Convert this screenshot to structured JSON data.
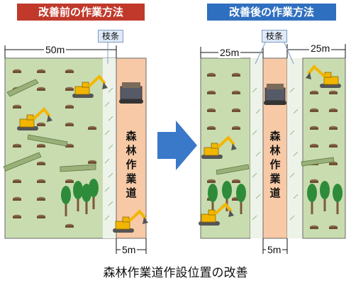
{
  "headers": {
    "before": "改善前の作業方法",
    "after": "改善後の作業方法"
  },
  "callouts": {
    "branches_left": "枝条",
    "branches_right": "枝条"
  },
  "dimensions": {
    "left_width": "50m",
    "right_width_a": "25m",
    "right_width_b": "25m",
    "road_width_left": "5m",
    "road_width_right": "5m"
  },
  "road_label": {
    "left": "森林作業道",
    "right": "森林作業道"
  },
  "caption": "森林作業道作設位置の改善",
  "colors": {
    "forest_green": "#c9dcb0",
    "road_orange": "#f8c9a6",
    "before_header": "#c0392b",
    "after_header": "#2f6fbf",
    "arrow_blue": "#3a78c9",
    "machine_yellow": "#f2b600"
  }
}
